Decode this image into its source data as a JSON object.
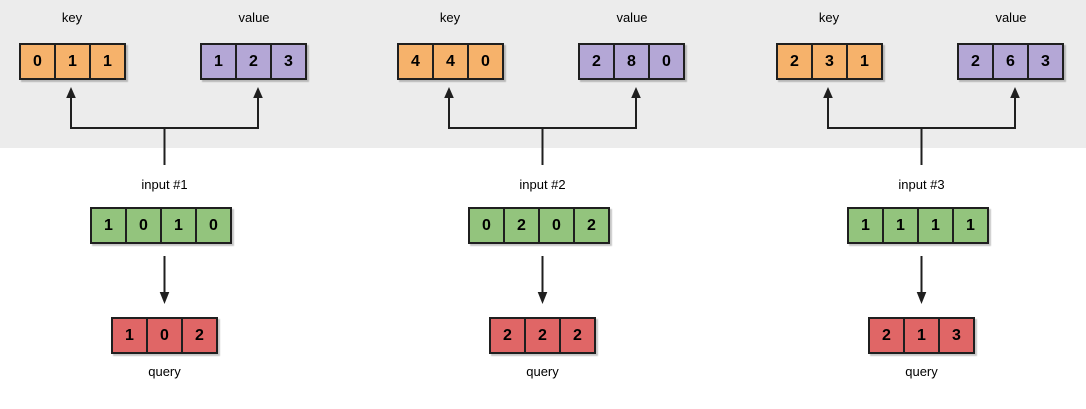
{
  "colors": {
    "page_background": "#FFFFFF",
    "band_background": "#ECECEC",
    "key_fill": "#F6B26B",
    "value_fill": "#B4A7D6",
    "input_fill": "#93C47D",
    "query_fill": "#E06666",
    "cell_border": "#1F1F1F",
    "arrow": "#1F1F1F",
    "text": "#000000"
  },
  "labels": {
    "key": "key",
    "value": "value",
    "query": "query"
  },
  "groups": [
    {
      "input_label": "input #1",
      "key": [
        "0",
        "1",
        "1"
      ],
      "value": [
        "1",
        "2",
        "3"
      ],
      "input": [
        "1",
        "0",
        "1",
        "0"
      ],
      "query": [
        "1",
        "0",
        "2"
      ]
    },
    {
      "input_label": "input #2",
      "key": [
        "4",
        "4",
        "0"
      ],
      "value": [
        "2",
        "8",
        "0"
      ],
      "input": [
        "0",
        "2",
        "0",
        "2"
      ],
      "query": [
        "2",
        "2",
        "2"
      ]
    },
    {
      "input_label": "input #3",
      "key": [
        "2",
        "3",
        "1"
      ],
      "value": [
        "2",
        "6",
        "3"
      ],
      "input": [
        "1",
        "1",
        "1",
        "1"
      ],
      "query": [
        "2",
        "1",
        "3"
      ]
    }
  ]
}
